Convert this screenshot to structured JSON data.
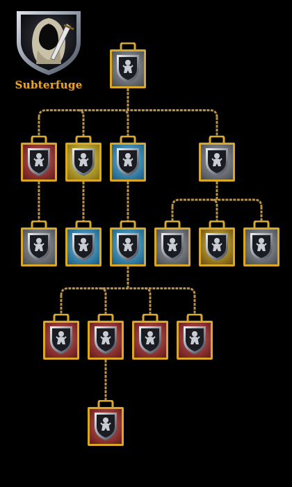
{
  "tree": {
    "title": "Subterfuge",
    "title_color": "#e8a52a",
    "rope_color": "#b8924a",
    "frame_color": "#d9a827",
    "crest_icon": "hooded-rogue-with-sword-icon",
    "nodes": [
      {
        "id": "root",
        "icon": "swirling-beast-icon",
        "bg": "gray",
        "parent": null
      },
      {
        "id": "r1a",
        "icon": "grappling-fighters-icon",
        "bg": "red",
        "parent": "root"
      },
      {
        "id": "r1b",
        "icon": "falling-figure-icon",
        "bg": "yellow",
        "parent": "root"
      },
      {
        "id": "r1c",
        "icon": "meditating-figure-icon",
        "bg": "blue",
        "parent": "root"
      },
      {
        "id": "r1d",
        "icon": "spiked-gear-icon",
        "bg": "gray",
        "parent": "root"
      },
      {
        "id": "r2a",
        "icon": "brawler-icon",
        "bg": "gray",
        "parent": "r1a"
      },
      {
        "id": "r2b",
        "icon": "skull-dagger-icon",
        "bg": "blue",
        "parent": "r1b"
      },
      {
        "id": "r2c",
        "icon": "leaping-rogue-icon",
        "bg": "blue",
        "parent": "r1c"
      },
      {
        "id": "r2d",
        "icon": "bird-strike-icon",
        "bg": "gray",
        "parent": "r1d"
      },
      {
        "id": "r2e",
        "icon": "swift-hand-icon",
        "bg": "gold",
        "parent": "r1d"
      },
      {
        "id": "r2f",
        "icon": "crouching-figure-icon",
        "bg": "gray",
        "parent": "r1d"
      },
      {
        "id": "r3a",
        "icon": "struggling-figures-icon",
        "bg": "red",
        "parent": "r2c"
      },
      {
        "id": "r3b",
        "icon": "winged-beast-icon",
        "bg": "red",
        "parent": "r2c"
      },
      {
        "id": "r3c",
        "icon": "dragon-icon",
        "bg": "red",
        "parent": "r2c"
      },
      {
        "id": "r3d",
        "icon": "thief-with-loot-icon",
        "bg": "red",
        "parent": "r2c"
      },
      {
        "id": "r4a",
        "icon": "armored-warrior-icon",
        "bg": "red",
        "parent": "r3b"
      }
    ]
  }
}
